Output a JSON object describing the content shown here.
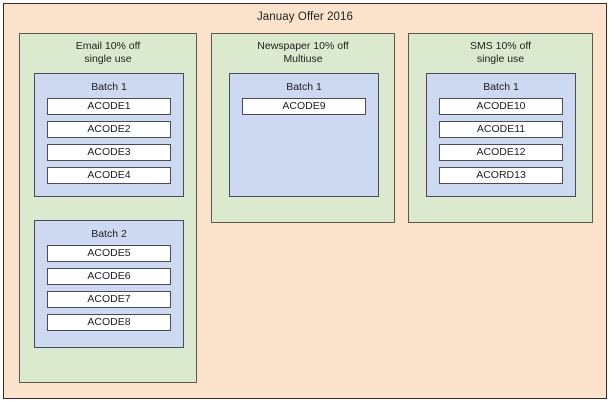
{
  "offer": {
    "title": "Januay Offer 2016",
    "colors": {
      "offer_background": "#fce3cb",
      "channel_background": "#dbeace",
      "batch_background": "#ccd9f0",
      "code_background": "#ffffff",
      "border": "#4a4a58"
    },
    "channels": [
      {
        "name": "email",
        "title_line1": "Email 10% off",
        "title_line2": "single use",
        "batches": [
          {
            "label": "Batch 1",
            "codes": [
              "ACODE1",
              "ACODE2",
              "ACODE3",
              "ACODE4"
            ]
          },
          {
            "label": "Batch 2",
            "codes": [
              "ACODE5",
              "ACODE6",
              "ACODE7",
              "ACODE8"
            ]
          }
        ]
      },
      {
        "name": "newspaper",
        "title_line1": "Newspaper 10% off",
        "title_line2": "Multiuse",
        "batches": [
          {
            "label": "Batch 1",
            "codes": [
              "ACODE9"
            ]
          }
        ]
      },
      {
        "name": "sms",
        "title_line1": "SMS 10% off",
        "title_line2": "single use",
        "batches": [
          {
            "label": "Batch 1",
            "codes": [
              "ACODE10",
              "ACODE11",
              "ACODE12",
              "ACORD13"
            ]
          }
        ]
      }
    ]
  }
}
